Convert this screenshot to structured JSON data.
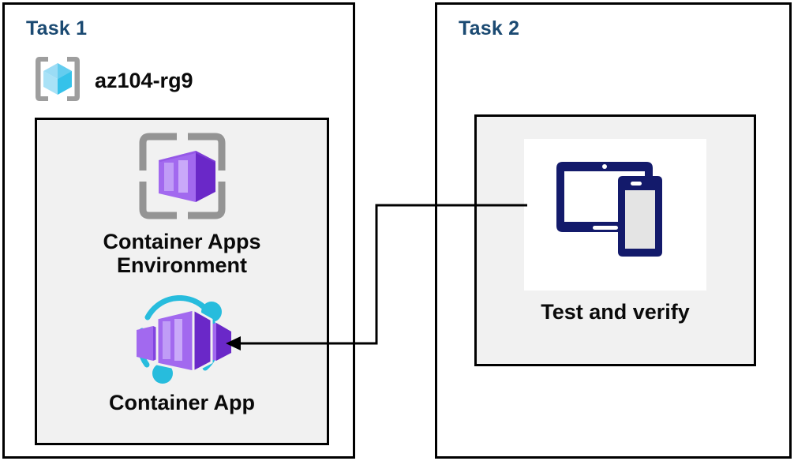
{
  "diagram": {
    "title": "Azure Container Apps lab tasks diagram",
    "background": "#ffffff",
    "heading_color": "#1b4a72",
    "panel_border_color": "#000000",
    "inner_box_fill": "#f1f1f1",
    "connector_color": "#000000"
  },
  "task1": {
    "title": "Task 1",
    "resource_group": {
      "icon": "resource-group-icon",
      "label": "az104-rg9"
    },
    "nodes": [
      {
        "icon": "container-apps-environment-icon",
        "label": "Container Apps\nEnvironment",
        "accent": "#7a34d6"
      },
      {
        "icon": "container-app-icon",
        "label": "Container App",
        "accent": "#7a34d6"
      }
    ]
  },
  "task2": {
    "title": "Task 2",
    "nodes": [
      {
        "icon": "devices-icon",
        "label": "Test and verify",
        "accent": "#131a6b"
      }
    ]
  },
  "connector": {
    "name": "test-to-container-app-arrow",
    "from": "Test and verify",
    "to": "Container App",
    "direction": "left",
    "arrowhead": "solid-triangle"
  }
}
